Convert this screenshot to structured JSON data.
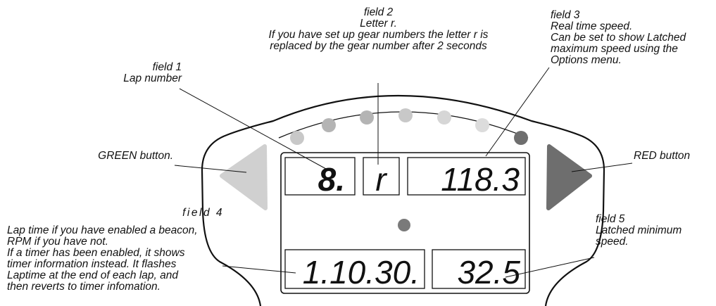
{
  "callouts": {
    "field2": {
      "title": "field 2",
      "lines": [
        "Letter r.",
        "If you have set up gear numbers the letter r is",
        "replaced by the gear number after 2 seconds"
      ]
    },
    "field3": {
      "title": "field 3",
      "lines": [
        "Real time speed.",
        "Can be set to show Latched",
        "maximum speed using the",
        "Options menu."
      ]
    },
    "field1": {
      "title": "field 1",
      "lines": [
        "Lap number"
      ]
    },
    "green_button": {
      "label": "GREEN button."
    },
    "red_button": {
      "label": "RED button"
    },
    "field4": {
      "title": "field 4",
      "lines": [
        "Lap time if you have enabled a beacon,",
        "RPM if you have not.",
        "If a timer has been enabled, it shows",
        "timer information instead. It flashes",
        "Laptime at the end of each lap, and",
        "then reverts to timer infomation."
      ]
    },
    "field5": {
      "title": "field 5",
      "lines": [
        "Latched minimum",
        "speed."
      ]
    }
  },
  "displays": {
    "field1_value": "8.",
    "field2_value": "r",
    "field3_value": "118.3",
    "field4_value": "1.10.30.",
    "field5_value": "32.5"
  },
  "colors": {
    "green_button": "#d0d0d0",
    "red_button": "#6e6e6e",
    "shift_light_1": "#c8c8c8",
    "shift_light_2": "#b4b4b4",
    "shift_light_3": "#b4b4b4",
    "shift_light_4": "#c8c8c8",
    "shift_light_5": "#d6d6d6",
    "shift_light_6": "#dcdcdc",
    "shift_light_7": "#6e6e6e",
    "center_led": "#7a7a7a"
  }
}
